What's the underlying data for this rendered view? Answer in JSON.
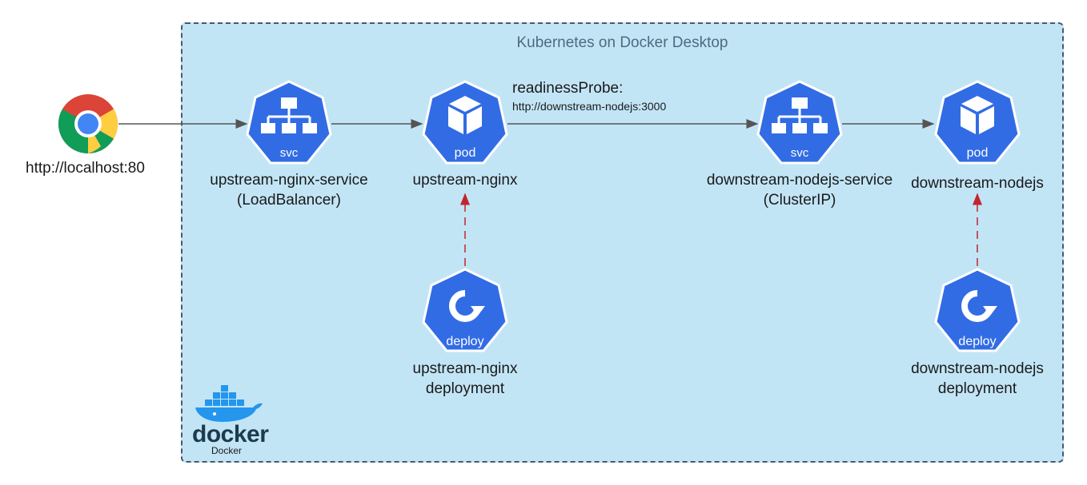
{
  "cluster": {
    "title": "Kubernetes on Docker Desktop"
  },
  "browser": {
    "url": "http://localhost:80",
    "icon": "chrome-icon"
  },
  "nodes": {
    "upstream_svc": {
      "badge": "svc",
      "label_line1": "upstream-nginx-service",
      "label_line2": "(LoadBalancer)"
    },
    "upstream_pod": {
      "badge": "pod",
      "label": "upstream-nginx"
    },
    "upstream_deploy": {
      "badge": "deploy",
      "label_line1": "upstream-nginx",
      "label_line2": "deployment"
    },
    "downstream_svc": {
      "badge": "svc",
      "label_line1": "downstream-nodejs-service",
      "label_line2": "(ClusterIP)"
    },
    "downstream_pod": {
      "badge": "pod",
      "label": "downstream-nodejs"
    },
    "downstream_deploy": {
      "badge": "deploy",
      "label_line1": "downstream-nodejs",
      "label_line2": "deployment"
    }
  },
  "probe": {
    "title": "readinessProbe:",
    "url": "http://downstream-nodejs:3000"
  },
  "docker": {
    "wordmark": "docker",
    "caption": "Docker"
  },
  "colors": {
    "k8s_blue": "#326ce5",
    "cluster_bg": "#c2e5f6",
    "dashed_link": "#c0262d"
  }
}
